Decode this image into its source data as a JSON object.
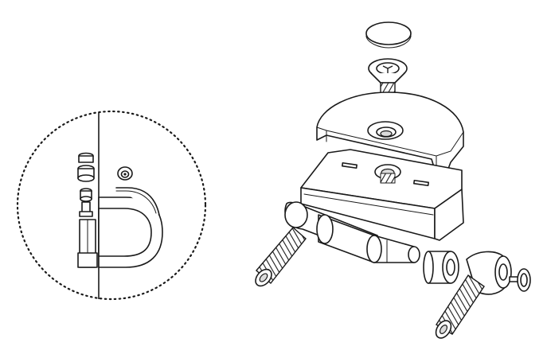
{
  "diagram": {
    "type": "exploded-assembly-line-drawing",
    "parts": [
      {
        "name": "cover-cap",
        "icon": "disc-cap"
      },
      {
        "name": "countersunk-screw",
        "icon": "hex-socket-screw"
      },
      {
        "name": "top-bracket",
        "icon": "semicircle-plate"
      },
      {
        "name": "main-hinge-block",
        "icon": "block"
      },
      {
        "name": "left-threaded-bolt",
        "icon": "threaded-bolt"
      },
      {
        "name": "right-threaded-bolt",
        "icon": "threaded-bolt"
      },
      {
        "name": "bushing",
        "icon": "sleeve"
      },
      {
        "name": "small-pin",
        "icon": "pin"
      }
    ],
    "detail_view": {
      "shape": "dotted-circle",
      "shows": "side-mounted-hinge"
    },
    "colors": {
      "line": "#1a1a1a",
      "background": "#ffffff",
      "shade": "#dcdcdc"
    }
  }
}
